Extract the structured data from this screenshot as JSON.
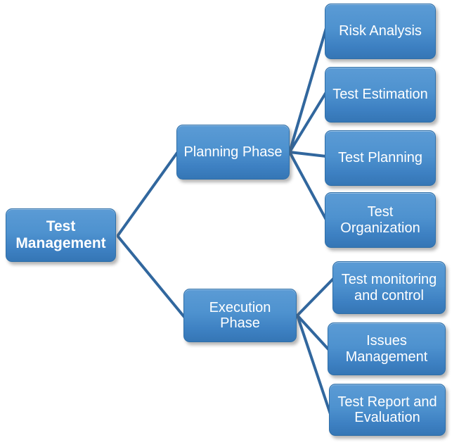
{
  "diagram": {
    "type": "hierarchy-tree",
    "title": "Test Management",
    "orientation": "left-to-right",
    "colors": {
      "node_fill_top": "#5b9bd5",
      "node_fill_bottom": "#3576b5",
      "node_border": "#2f6fa8",
      "node_text": "#ffffff",
      "connector": "#31679e",
      "background": "#ffffff"
    },
    "root": {
      "id": "test-management",
      "label": "Test Management"
    },
    "branches": [
      {
        "id": "planning-phase",
        "label": "Planning Phase",
        "children": [
          {
            "id": "risk-analysis",
            "label": "Risk Analysis"
          },
          {
            "id": "test-estimation",
            "label": "Test Estimation"
          },
          {
            "id": "test-planning",
            "label": "Test Planning"
          },
          {
            "id": "test-organization",
            "label": "Test Organization"
          }
        ]
      },
      {
        "id": "execution-phase",
        "label": "Execution Phase",
        "children": [
          {
            "id": "test-monitoring-and-control",
            "label": "Test monitoring and control"
          },
          {
            "id": "issues-management",
            "label": "Issues Management"
          },
          {
            "id": "test-report-and-evaluation",
            "label": "Test Report and Evaluation"
          }
        ]
      }
    ]
  }
}
